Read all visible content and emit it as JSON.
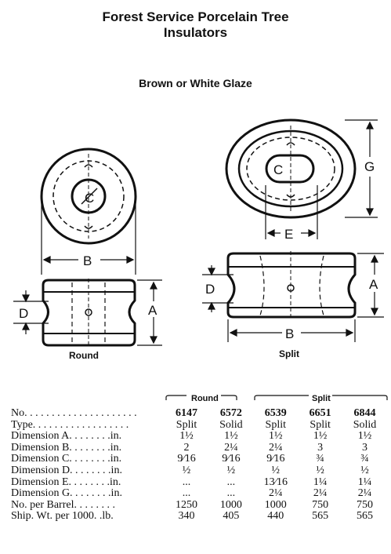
{
  "title": {
    "line1": "Forest Service Porcelain Tree",
    "line2": "Insulators"
  },
  "subtitle": "Brown or White Glaze",
  "figures": {
    "round": {
      "caption": "Round",
      "labels": {
        "b": "B",
        "a": "A",
        "d": "D",
        "c": "C"
      }
    },
    "split": {
      "caption": "Split",
      "labels": {
        "g": "G",
        "c": "C",
        "e": "E",
        "d": "D",
        "a": "A",
        "b": "B"
      }
    }
  },
  "table": {
    "group_round": "Round",
    "group_split": "Split",
    "rows": [
      {
        "label": "No. . . . . . . . . . . . . . . . . . . . .",
        "values": [
          "6147",
          "6572",
          "6539",
          "6651",
          "6844"
        ]
      },
      {
        "label": "Type. . . . . . . . . . . . . . . . . .",
        "values": [
          "Split",
          "Solid",
          "Split",
          "Split",
          "Solid"
        ]
      },
      {
        "label": "Dimension A. . . . . . . .in.",
        "values": [
          "1½",
          "1½",
          "1½",
          "1½",
          "1½"
        ]
      },
      {
        "label": "Dimension B. . . . . . . .in.",
        "values": [
          "2",
          "2¼",
          "2¼",
          "3",
          "3"
        ]
      },
      {
        "label": "Dimension C. . . . . . . .in.",
        "values": [
          "9⁄16",
          "9⁄16",
          "9⁄16",
          "¾",
          "¾"
        ]
      },
      {
        "label": "Dimension D. . . . . . . .in.",
        "values": [
          "½",
          "½",
          "½",
          "½",
          "½"
        ]
      },
      {
        "label": "Dimension E. . . . . . . .in.",
        "values": [
          "...",
          "...",
          "13⁄16",
          "1¼",
          "1¼"
        ]
      },
      {
        "label": "Dimension G. . . . . . . .in.",
        "values": [
          "...",
          "...",
          "2¼",
          "2¼",
          "2¼"
        ]
      },
      {
        "label": "No. per Barrel. . . . . . . .",
        "values": [
          "1250",
          "1000",
          "1000",
          "750",
          "750"
        ]
      },
      {
        "label": "Ship. Wt. per 1000. .lb.",
        "values": [
          "340",
          "405",
          "440",
          "565",
          "565"
        ]
      }
    ]
  }
}
